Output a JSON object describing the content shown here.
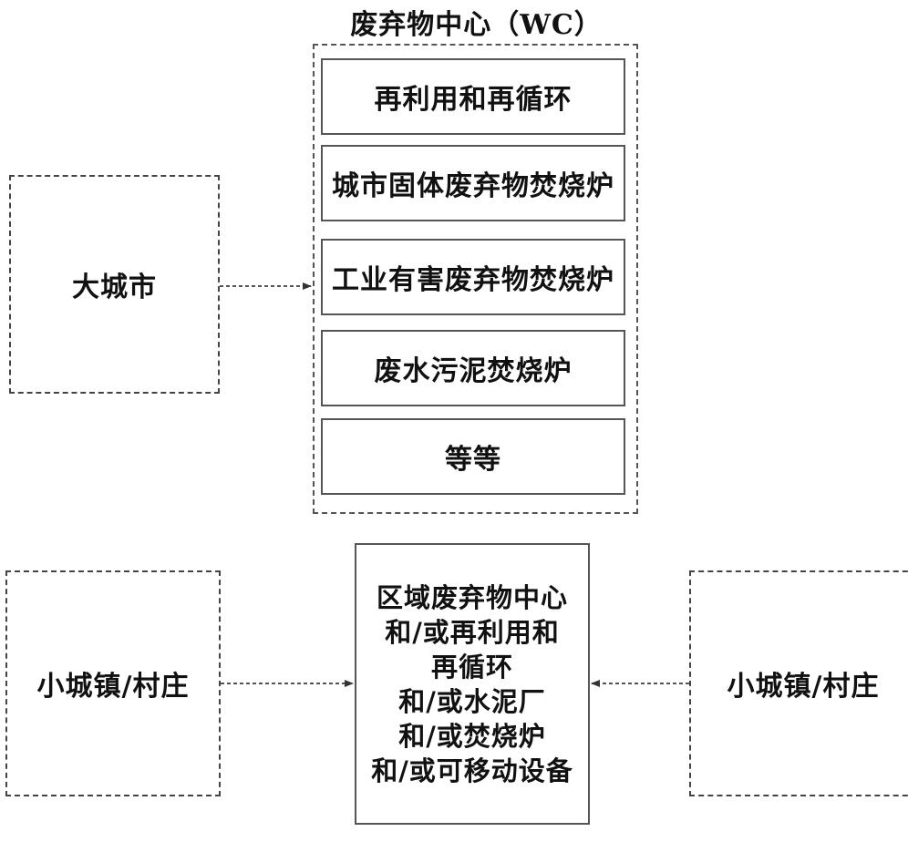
{
  "wc_center": {
    "title": "废弃物中心（WC）",
    "items": [
      {
        "label": "再利用和再循环"
      },
      {
        "label": "城市固体废弃物焚烧炉"
      },
      {
        "label": "工业有害废弃物焚烧炉"
      },
      {
        "label": "废水污泥焚烧炉"
      },
      {
        "label": "等等"
      }
    ]
  },
  "big_city": {
    "label": "大城市"
  },
  "small_town_left": {
    "label": "小城镇/村庄"
  },
  "small_town_right": {
    "label": "小城镇/村庄"
  },
  "regional_center": {
    "lines": [
      "区域废弃物中心",
      "和/或再利用和",
      "再循环",
      "和/或水泥厂",
      "和/或焚烧炉",
      "和/或可移动设备"
    ]
  }
}
